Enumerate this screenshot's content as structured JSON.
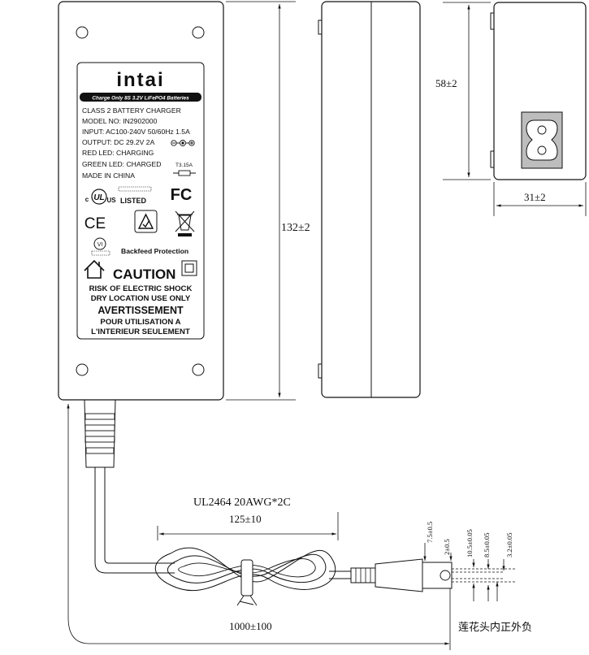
{
  "brand": "intai",
  "label": {
    "banner": "Charge Only 8S 3.2V LiFePO4 Batteries",
    "lines": [
      "CLASS 2 BATTERY CHARGER",
      "MODEL NO: IN2902000",
      "INPUT: AC100-240V 50/60Hz 1.5A",
      "OUTPUT: DC 29.2V 2A",
      "RED LED: CHARGING",
      "GREEN LED: CHARGED",
      "MADE IN CHINA"
    ],
    "fuse": "T3.15A",
    "ul_mark_c": "c",
    "ul_mark_us": "US",
    "ul_listed": "LISTED",
    "ul_mark": "UL",
    "fcc_mark": "FC",
    "ce_mark": "CE",
    "vi_mark": "VI",
    "backfeed": "Backfeed Protection",
    "caution": "CAUTION",
    "warning_lines": [
      "RISK OF ELECTRIC SHOCK",
      "DRY LOCATION USE ONLY"
    ],
    "avertissement": "AVERTISSEMENT",
    "fr_lines": [
      "POUR UTILISATION A",
      "L'INTERIEUR SEULEMENT"
    ]
  },
  "dimensions": {
    "length": "132±2",
    "height": "58±2",
    "width": "31±2",
    "cable_spec": "UL2464 20AWG*2C",
    "coil_length": "125±10",
    "cable_length": "1000±100"
  },
  "plug": {
    "dims": [
      "7.5±0.5",
      "2±0.5",
      "10.5±0.05",
      "8.5±0.05",
      "3.2±0.05"
    ],
    "polarity_note": "莲花头内正外负"
  }
}
